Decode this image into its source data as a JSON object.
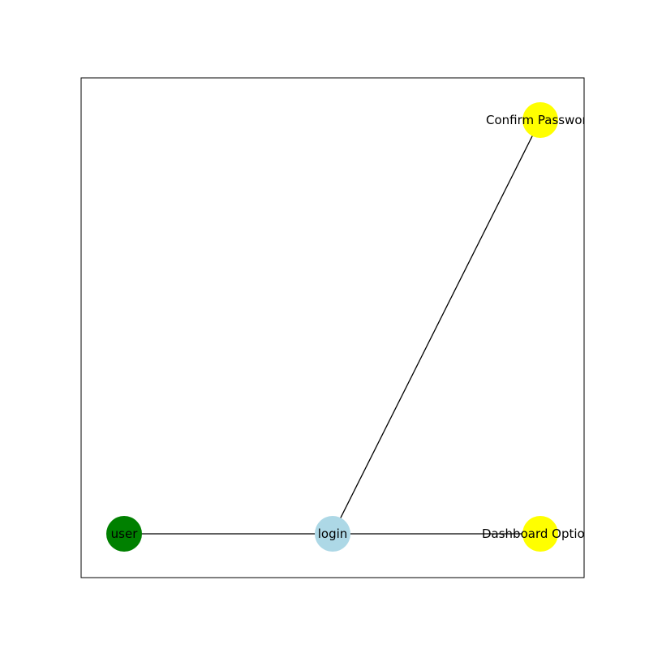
{
  "diagram": {
    "nodes": [
      {
        "id": "user",
        "label": "user",
        "color": "#008000"
      },
      {
        "id": "login",
        "label": "login",
        "color": "#add8e6"
      },
      {
        "id": "confirm",
        "label": "Confirm Password",
        "color": "#ffff00"
      },
      {
        "id": "dashboard",
        "label": "Dashboard Options",
        "color": "#ffff00"
      }
    ],
    "edges": [
      {
        "from": "user",
        "to": "login"
      },
      {
        "from": "login",
        "to": "confirm"
      },
      {
        "from": "login",
        "to": "dashboard"
      }
    ]
  }
}
